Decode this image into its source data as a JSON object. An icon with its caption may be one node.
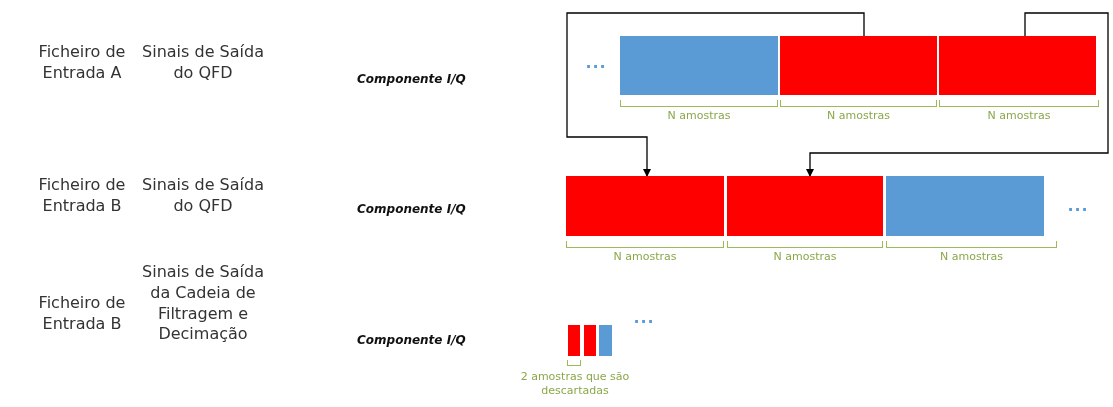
{
  "diagram": {
    "nodes": [
      {
        "text": [],
        "shape": "bar",
        "beside": [
          "N amostras"
        ]
      },
      {
        "text": [],
        "shape": "bar",
        "beside": [
          "N amostras"
        ]
      },
      {
        "text": [],
        "shape": "bar",
        "beside": [
          "N amostras"
        ]
      },
      {
        "text": [],
        "shape": "bar",
        "beside": [
          "N amostras"
        ]
      },
      {
        "text": [],
        "shape": "bar",
        "beside": [
          "N amostras"
        ]
      },
      {
        "text": [],
        "shape": "bar",
        "beside": [
          "N amostras"
        ]
      },
      {
        "text": [],
        "shape": "bar"
      },
      {
        "text": [],
        "shape": "bar"
      },
      {
        "text": [],
        "shape": "bar"
      }
    ],
    "edges": [
      {
        "from": 1,
        "to": 3,
        "arrow": "to"
      },
      {
        "from": 2,
        "to": 4,
        "arrow": "to"
      }
    ],
    "labels": [
      "Ficheiro de Entrada A",
      "Sinais de Saída do QFD",
      "Componente I/Q",
      "···",
      "Ficheiro de Entrada B",
      "Sinais de Saída do QFD",
      "Componente I/Q",
      "···",
      "Ficheiro de Entrada B",
      "Sinais de Saída da Cadeia de Filtragem e Decimação",
      "Componente I/Q",
      "···",
      "2 amostras que são descartadas"
    ]
  }
}
